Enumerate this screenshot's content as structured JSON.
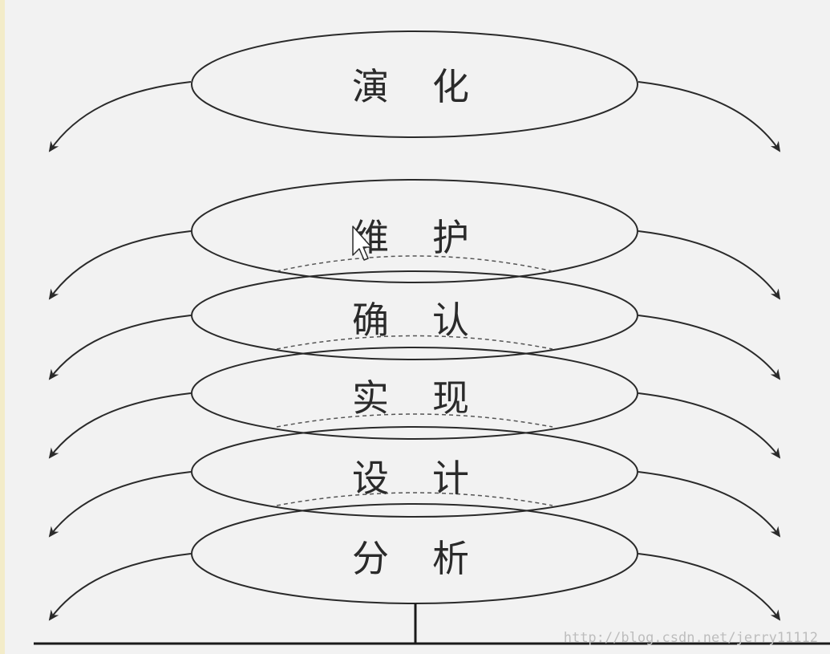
{
  "diagram": {
    "stages": [
      {
        "name": "演化",
        "left": "演",
        "right": "化"
      },
      {
        "name": "维护",
        "left": "维",
        "right": "护"
      },
      {
        "name": "确认",
        "left": "确",
        "right": "认"
      },
      {
        "name": "实现",
        "left": "实",
        "right": "现"
      },
      {
        "name": "设计",
        "left": "设",
        "right": "计"
      },
      {
        "name": "分析",
        "left": "分",
        "right": "析"
      }
    ],
    "watermark": "http://blog.csdn.net/jerry11112"
  }
}
